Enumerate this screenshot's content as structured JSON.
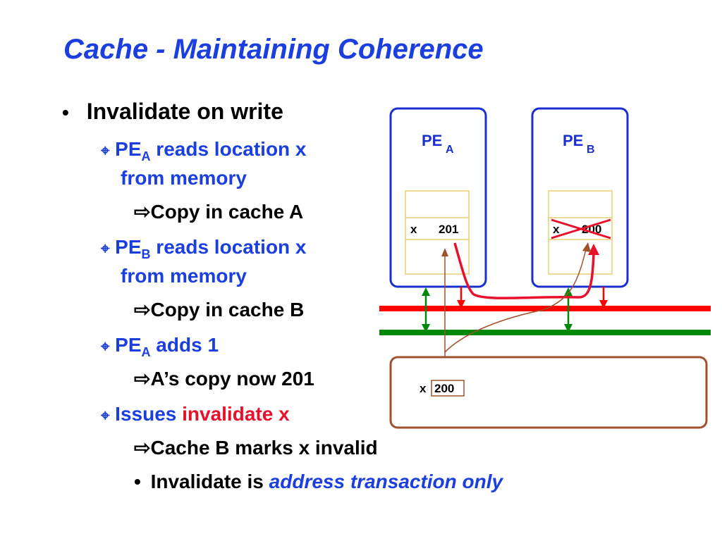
{
  "slide": {
    "title": "Cache - Maintaining Coherence",
    "bullet1": "Invalidate on write",
    "step1": {
      "pe": "PE",
      "sub": "A",
      "rest": " reads location x",
      "line2": "from memory",
      "result": "Copy in cache A"
    },
    "step2": {
      "pe": "PE",
      "sub": "B",
      "rest": " reads location x",
      "line2": "from memory",
      "result": "Copy in cache B"
    },
    "step3": {
      "pe": "PE",
      "sub": "A",
      "rest": " adds 1",
      "result": "A’s copy now 201"
    },
    "step4": {
      "lead": "Issues ",
      "highlight": "invalidate x",
      "result": "Cache B marks x invalid"
    },
    "note": {
      "lead": "Invalidate is ",
      "emph": "address transaction only"
    }
  },
  "diagram": {
    "pe_a": {
      "label": "PE",
      "sub": "A",
      "var": "x",
      "value": "201"
    },
    "pe_b": {
      "label": "PE",
      "sub": "B",
      "var": "x",
      "value": "200"
    },
    "memory": {
      "var": "x",
      "value": "200"
    }
  },
  "colors": {
    "title": "#1a3ee0",
    "highlight": "#e8102a",
    "bus_red": "#ff0000",
    "bus_green": "#00880a",
    "box_border": "#1a2fd0",
    "memory_border": "#a0522d"
  }
}
